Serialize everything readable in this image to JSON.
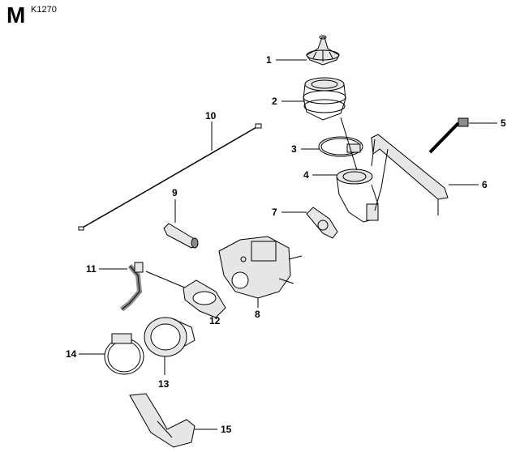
{
  "header": {
    "section_letter": "M",
    "model_code": "K1270"
  },
  "callouts": [
    "1",
    "2",
    "3",
    "4",
    "5",
    "6",
    "7",
    "8",
    "9",
    "10",
    "11",
    "12",
    "13",
    "14",
    "15"
  ],
  "colors": {
    "line": "#000000",
    "part_fill": "#e6e6e6",
    "part_dark": "#8c8c8c"
  }
}
